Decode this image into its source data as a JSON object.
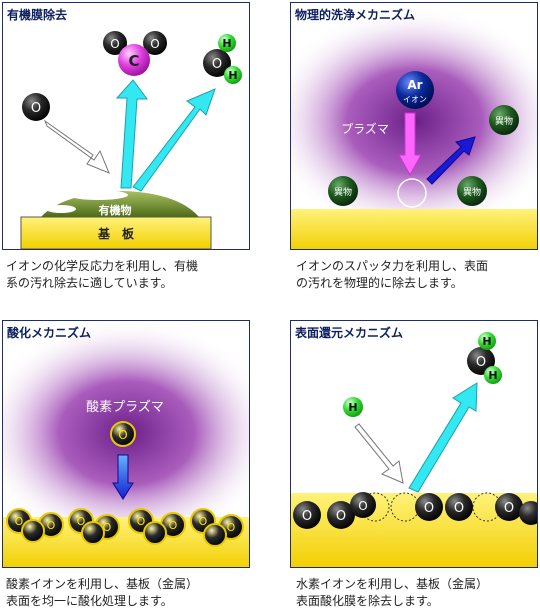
{
  "panels": [
    {
      "title": "有機膜除去",
      "caption_line1": "イオンの化学反応力を利用し、有機",
      "caption_line2": "系の汚れ除去に適しています。",
      "labels": {
        "molecule_c": "C",
        "molecule_o": "O",
        "molecule_h": "H",
        "film": "有機物",
        "substrate": "基　板"
      }
    },
    {
      "title": "物理的洗浄メカニズム",
      "caption_line1": "イオンのスパッタ力を利用し、表面",
      "caption_line2": "の汚れを物理的に除去します。",
      "labels": {
        "ion_top": "Ar",
        "ion_bottom": "イオン",
        "plasma": "プラズマ",
        "foreign": "異物"
      }
    },
    {
      "title": "酸化メカニズム",
      "caption_line1": "酸素イオンを利用し、基板（金属）",
      "caption_line2": "表面を均一に酸化処理します。",
      "labels": {
        "plasma": "酸素プラズマ",
        "oxygen": "O"
      }
    },
    {
      "title": "表面還元メカニズム",
      "caption_line1": "水素イオンを利用し、基板（金属）",
      "caption_line2": "表面酸化膜を除去します。",
      "labels": {
        "hydrogen": "H",
        "oxygen": "O"
      }
    }
  ],
  "colors": {
    "frame": "#1a2f6b",
    "title": "#0c1f5e",
    "substrate": "#ffe600",
    "film": "#6e8f2a",
    "carbon": "#e040e0",
    "hydrogen": "#33dd33",
    "cyan_arrow": "#33e8f0",
    "magenta_arrow": "#ff66ff",
    "blue_arrow": "#1a1ad6",
    "argon": "#0a2a9a",
    "foreign_particle": "#1f5a1f",
    "plasma": "#8a2aa0",
    "oxygen_ion": "#ffe600"
  }
}
